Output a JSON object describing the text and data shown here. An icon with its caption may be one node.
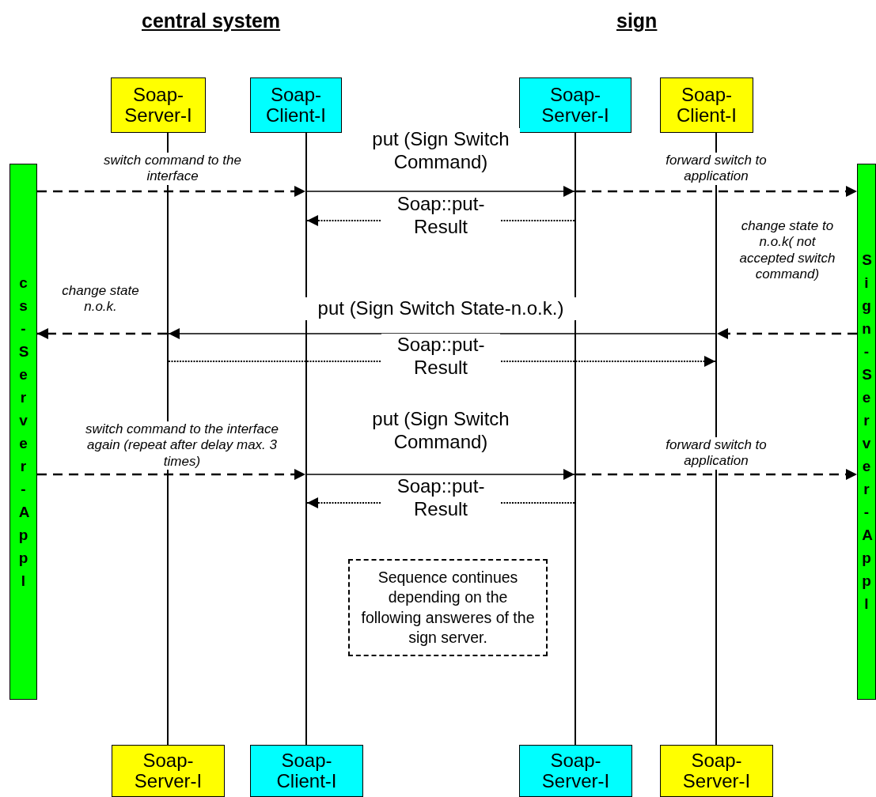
{
  "diagram": {
    "nodes": [
      {
        "text": [
          "Soap-Server-I"
        ]
      },
      {
        "text": [
          "Soap-Client-I"
        ]
      },
      {
        "text": [
          "Soap-Server-I"
        ]
      },
      {
        "text": [
          "Soap-Client-I"
        ]
      },
      {
        "text": [
          "cs-Server-Appl"
        ]
      },
      {
        "text": [
          "Sign-Server-Appl"
        ]
      },
      {
        "text": [
          "Soap-Server-I"
        ]
      },
      {
        "text": [
          "Soap-Client-I"
        ]
      },
      {
        "text": [
          "Soap-Server-I"
        ]
      },
      {
        "text": [
          "Soap-Server-I"
        ]
      },
      {
        "text": [
          "Sequence continues depending on the following answeres of the sign server."
        ]
      },
      {
        "text": [],
        "shape": "line"
      },
      {
        "text": [],
        "shape": "line"
      },
      {
        "text": [],
        "shape": "line"
      },
      {
        "text": [],
        "shape": "line"
      }
    ],
    "edges": [
      {
        "from": 4,
        "to": 12,
        "arrow": "to",
        "style": "dashed",
        "label": "switch command to the interface"
      },
      {
        "from": 12,
        "to": 13,
        "arrow": "to",
        "label": "put (Sign Switch Command)"
      },
      {
        "from": 13,
        "to": 5,
        "arrow": "to",
        "style": "dashed",
        "label": "forward switch to application"
      },
      {
        "from": 13,
        "to": 12,
        "arrow": "to",
        "style": "dashed",
        "label": "Soap::put-Result"
      },
      {
        "from": 5,
        "to": 14,
        "arrow": "to",
        "style": "dashed",
        "label": "change state to n.o.k( not accepted switch command)"
      },
      {
        "from": 14,
        "to": 11,
        "arrow": "to",
        "label": "put (Sign Switch State-n.o.k.)"
      },
      {
        "from": 11,
        "to": 4,
        "arrow": "to",
        "style": "dashed",
        "label": "change state n.o.k."
      },
      {
        "from": 11,
        "to": 14,
        "arrow": "to",
        "style": "dashed",
        "label": "Soap::put-Result"
      },
      {
        "from": 4,
        "to": 12,
        "arrow": "to",
        "style": "dashed",
        "label": "switch command to the interface again (repeat after delay max. 3 times)"
      },
      {
        "from": 12,
        "to": 13,
        "arrow": "to",
        "label": "put (Sign Switch Command)"
      },
      {
        "from": 13,
        "to": 5,
        "arrow": "to",
        "style": "dashed",
        "label": "forward switch to application"
      },
      {
        "from": 13,
        "to": 12,
        "arrow": "to",
        "style": "dashed",
        "label": "Soap::put-Result"
      }
    ],
    "labels": [
      "central system",
      "sign"
    ]
  }
}
